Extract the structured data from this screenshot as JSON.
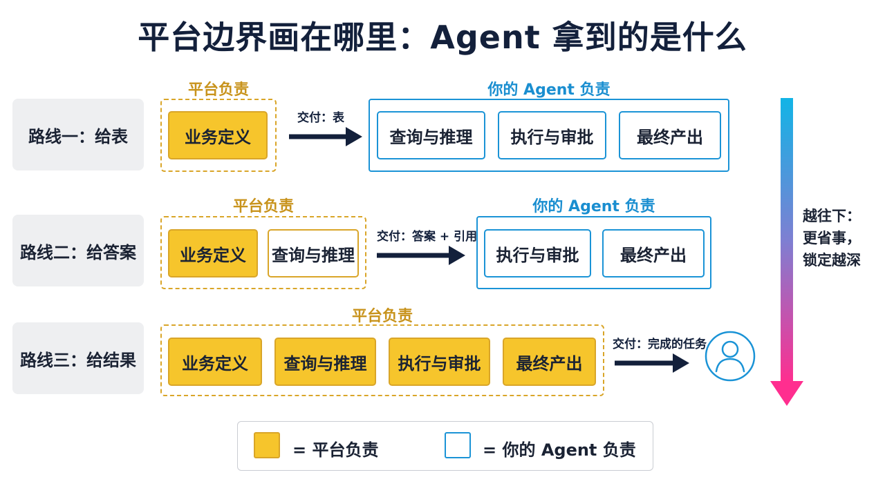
{
  "title": "平台边界画在哪里：Agent 拿到的是什么",
  "colors": {
    "platform_fill": "#f6c52c",
    "platform_border": "#d9a528",
    "platform_label": "#c8931c",
    "agent_border": "#1a93d6",
    "agent_label": "#1a8ed0",
    "arrow": "#13203b",
    "gradient_top": "#12b4e6",
    "gradient_bottom": "#ff2e8f"
  },
  "routes": [
    {
      "label": "路线一：给表",
      "platform_label": "平台负责",
      "platform_steps": [
        "业务定义"
      ],
      "deliver": "交付：表",
      "agent_label": "你的 Agent 负责",
      "agent_steps": [
        "查询与推理",
        "执行与审批",
        "最终产出"
      ]
    },
    {
      "label": "路线二：给答案",
      "platform_label": "平台负责",
      "platform_steps": [
        "业务定义",
        "查询与推理"
      ],
      "deliver": "交付：答案 + 引用",
      "agent_label": "你的 Agent 负责",
      "agent_steps": [
        "执行与审批",
        "最终产出"
      ]
    },
    {
      "label": "路线三：给结果",
      "platform_label": "平台负责",
      "platform_steps": [
        "业务定义",
        "查询与推理",
        "执行与审批",
        "最终产出"
      ],
      "deliver": "交付：完成的任务",
      "end_icon": "user-icon"
    }
  ],
  "side_note": {
    "line1": "越往下：",
    "line2": "更省事，",
    "line3": "锁定越深"
  },
  "legend": {
    "platform": "= 平台负责",
    "agent": "= 你的 Agent 负责"
  }
}
